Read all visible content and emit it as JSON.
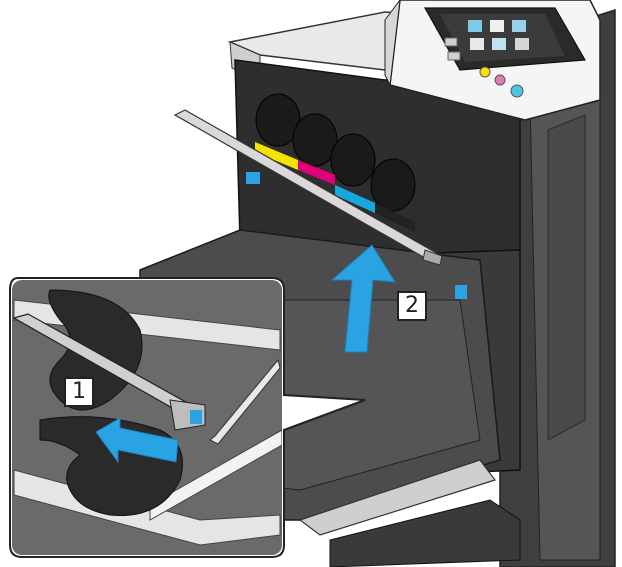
{
  "steps": [
    {
      "number": "1"
    },
    {
      "number": "2"
    }
  ],
  "colors": {
    "arrow": "#2aa3e3",
    "yellow": "#f5e400",
    "magenta": "#e0007a",
    "cyan": "#18a8e0",
    "black": "#222222",
    "device_body": "#4a4a4a",
    "panel_white": "#f2f2f2"
  },
  "icons": [
    "blue-arrow-up",
    "blue-arrow-left",
    "cleaning-rod",
    "toner-cartridge",
    "control-panel"
  ]
}
